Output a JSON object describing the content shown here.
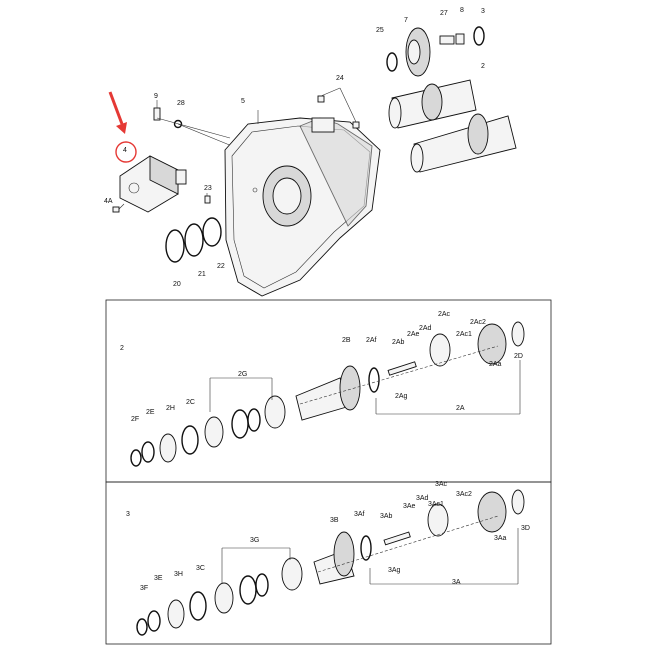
{
  "labels": {
    "top": [
      "4",
      "4A",
      "9",
      "28",
      "23",
      "20",
      "21",
      "22",
      "5",
      "24",
      "25",
      "7",
      "27",
      "8",
      "3",
      "2"
    ],
    "sec2": [
      "2",
      "2F",
      "2E",
      "2H",
      "2C",
      "2G",
      "2B",
      "2Af",
      "2Ab",
      "2Ae",
      "2Ad",
      "2Ac",
      "2Ac1",
      "2Ac2",
      "2Aa",
      "2D",
      "2Ag",
      "2A"
    ],
    "sec3": [
      "3",
      "3F",
      "3E",
      "3H",
      "3C",
      "3G",
      "3B",
      "3Af",
      "3Ab",
      "3Ae",
      "3Ad",
      "3Ac",
      "3Ac1",
      "3Ac2",
      "3Aa",
      "3D",
      "3Ag",
      "3A"
    ]
  },
  "highlight": {
    "label": "4",
    "color": "#e53935"
  },
  "line_color": "#222222"
}
